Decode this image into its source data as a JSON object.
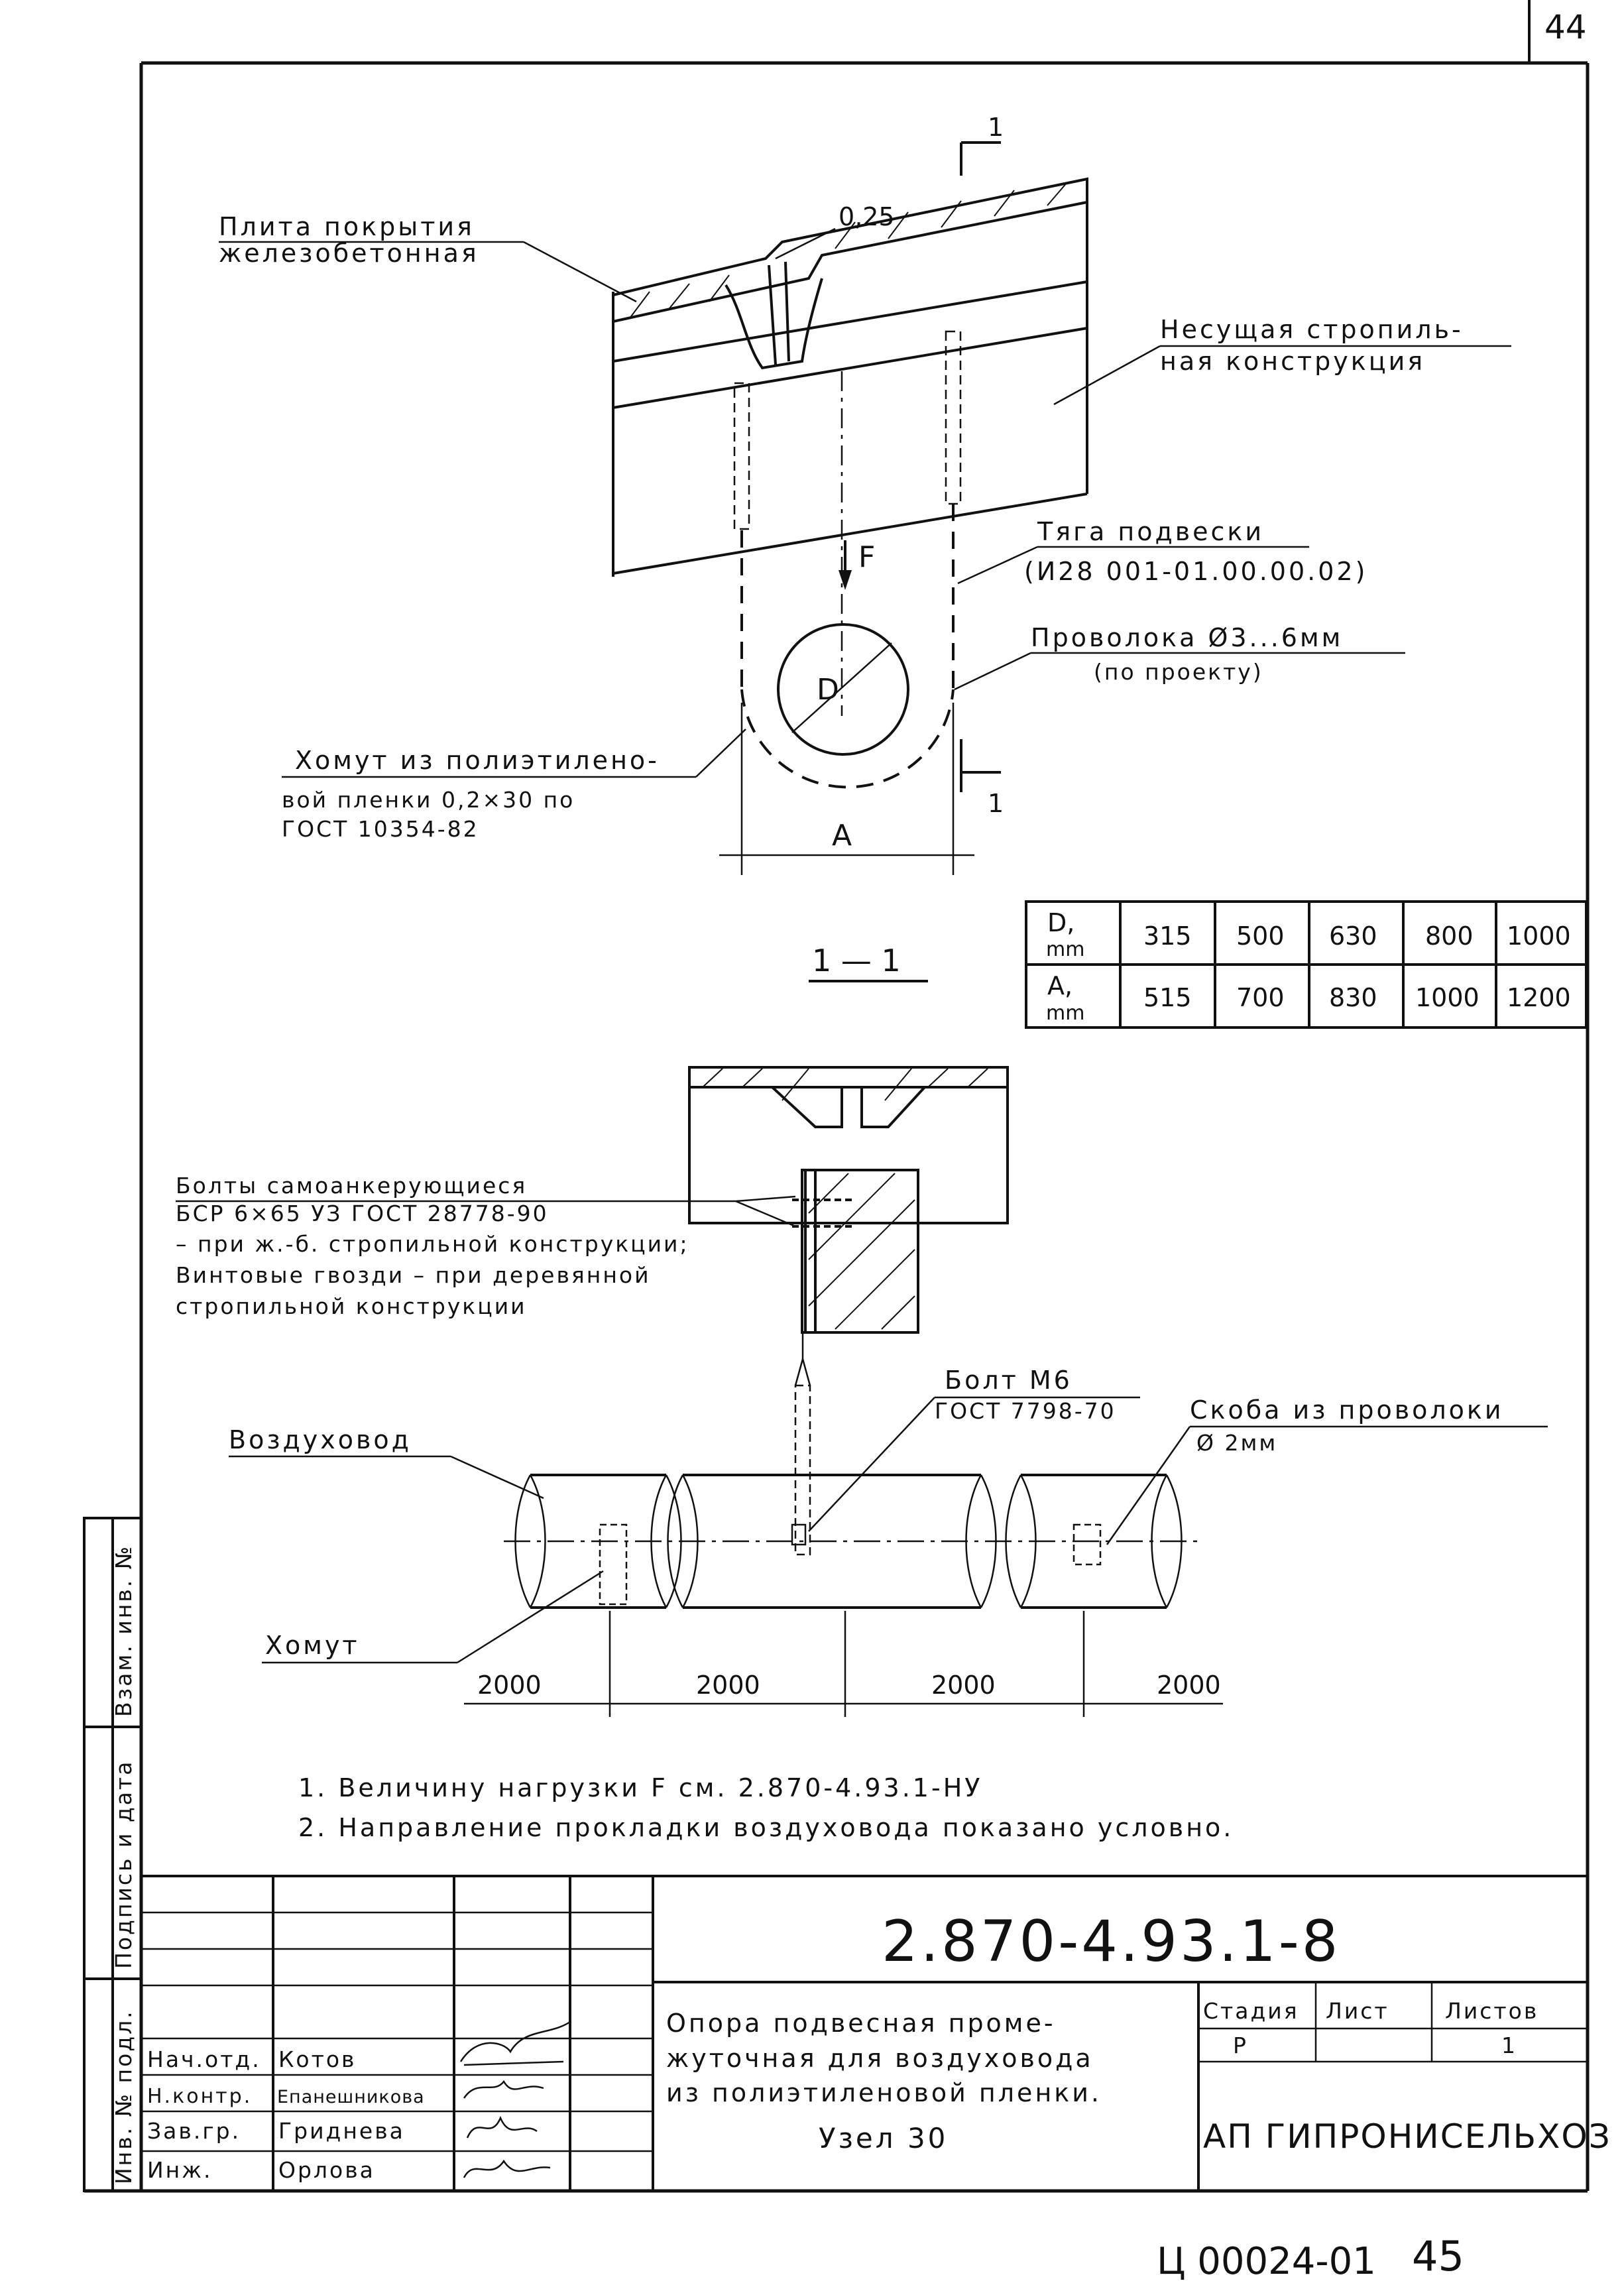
{
  "sheet": {
    "corner_number": "44",
    "bottom_code": "Ц 00024-01",
    "bottom_page": "45"
  },
  "plan": {
    "slab_label_1": "Плита покрытия",
    "slab_label_2": "железобетонная",
    "gap_dim": "0,25",
    "section_mark_top": "1",
    "section_mark_bottom": "1",
    "truss_label_1": "Несущая стропиль-",
    "truss_label_2": "ная конструкция",
    "rod_label_1": "Тяга подвески",
    "rod_label_2": "(И28 001-01.00.00.02)",
    "wire_label_1": "Проволока Ø3...6мм",
    "wire_label_2": "(по проекту)",
    "force_label": "F",
    "diameter_label": "D",
    "clamp_label_1": "Хомут из полиэтилено-",
    "clamp_label_2": "вой пленки 0,2×30 по",
    "clamp_label_3": "ГОСТ 10354-82",
    "width_dim": "A"
  },
  "size_table": {
    "rows": [
      {
        "head_1": "D,",
        "head_2": "mm",
        "values": [
          "315",
          "500",
          "630",
          "800",
          "1000"
        ]
      },
      {
        "head_1": "A,",
        "head_2": "mm",
        "values": [
          "515",
          "700",
          "830",
          "1000",
          "1200"
        ]
      }
    ]
  },
  "section": {
    "title": "1 — 1",
    "bolts_1": "Болты самоанкерующиеся",
    "bolts_2": "БСР 6×65 УЗ ГОСТ 28778-90",
    "bolts_3": "– при ж.-б. стропильной конструкции;",
    "bolts_4": "Винтовые гвозди – при деревянной",
    "bolts_5": "стропильной конструкции",
    "bolt_m6_1": "Болт М6",
    "bolt_m6_2": "ГОСТ 7798-70",
    "bracket_1": "Скоба из проволоки",
    "bracket_2": "Ø 2мм",
    "duct_label": "Воздуховод",
    "clamp_label": "Хомут",
    "spacings": [
      "2000",
      "2000",
      "2000",
      "2000"
    ]
  },
  "notes": [
    "1. Величину нагрузки F см. 2.870-4.93.1-НУ",
    "2. Направление прокладки воздуховода показано условно."
  ],
  "title_block": {
    "designation": "2.870-4.93.1-8",
    "title_lines": [
      "Опора подвесная проме-",
      "жуточная для воздуховода",
      "из полиэтиленовой пленки.",
      "Узел 30"
    ],
    "stage_header": "Стадия",
    "sheet_header": "Лист",
    "sheets_header": "Листов",
    "stage_value": "Р",
    "sheets_value": "1",
    "organization": "АП ГИПРОНИСЕЛЬХОЗ",
    "staff": [
      {
        "role": "Нач.отд.",
        "name": "Котов"
      },
      {
        "role": "Н.контр.",
        "name": "Епанешникова"
      },
      {
        "role": "Зав.гр.",
        "name": "Гриднева"
      },
      {
        "role": "Инж.",
        "name": "Орлова"
      }
    ]
  },
  "side_stamp": {
    "field_1": "Инв. № подл.",
    "field_2": "Подпись и дата",
    "field_3": "Взам. инв. №"
  }
}
